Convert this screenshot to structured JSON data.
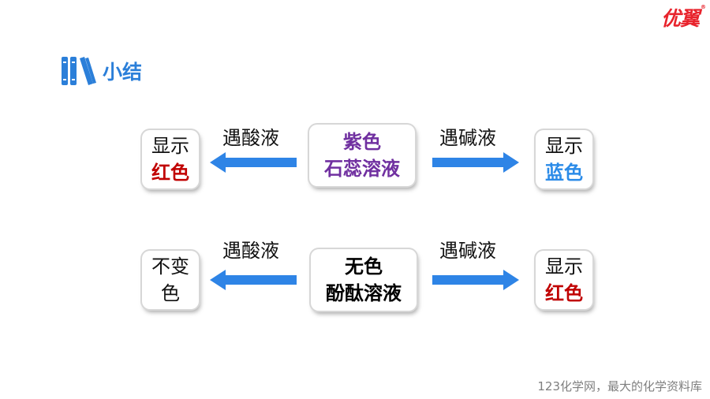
{
  "logo": {
    "text": "优翼",
    "mark": "®"
  },
  "section": {
    "icon": "books-icon",
    "title": "小结"
  },
  "row1": {
    "left_line1": "显示",
    "left_line2": "红色",
    "acid_label": "遇酸液",
    "center_line1": "紫色",
    "center_line2": "石蕊溶液",
    "base_label": "遇碱液",
    "right_line1": "显示",
    "right_line2": "蓝色"
  },
  "row2": {
    "left_line1": "不变",
    "left_line2": "色",
    "acid_label": "遇酸液",
    "center_line1": "无色",
    "center_line2": "酚酞溶液",
    "base_label": "遇碱液",
    "right_line1": "显示",
    "right_line2": "红色"
  },
  "colors": {
    "accent_blue": "#2b7fd9",
    "arrow_blue": "#2e84e6",
    "purple": "#7030a0",
    "red": "#c00000",
    "light_blue": "#2b8be8"
  },
  "footer": "123化学网，最大的化学资料库"
}
